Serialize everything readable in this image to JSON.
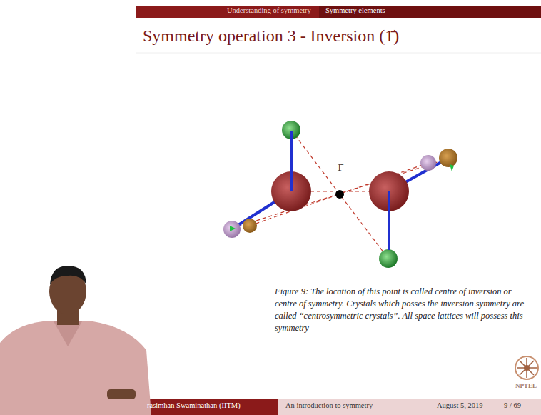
{
  "diagram": {
    "title": "Symmetry operation 3 - Inversion (1̄)",
    "caption": "Figure 9: The location of this point is called centre of inversion or centre of symmetry. Crystals which posses the inversion symmetry are called “centrosymmetric crystals”. All space lattices will possess this symmetry",
    "labels": [
      "Understanding of symmetry",
      "Symmetry elements",
      "1̄",
      "rasimhan Swaminathan (IITM)",
      "An introduction to symmetry",
      "August 5, 2019",
      "9 / 69",
      "NPTEL"
    ]
  }
}
